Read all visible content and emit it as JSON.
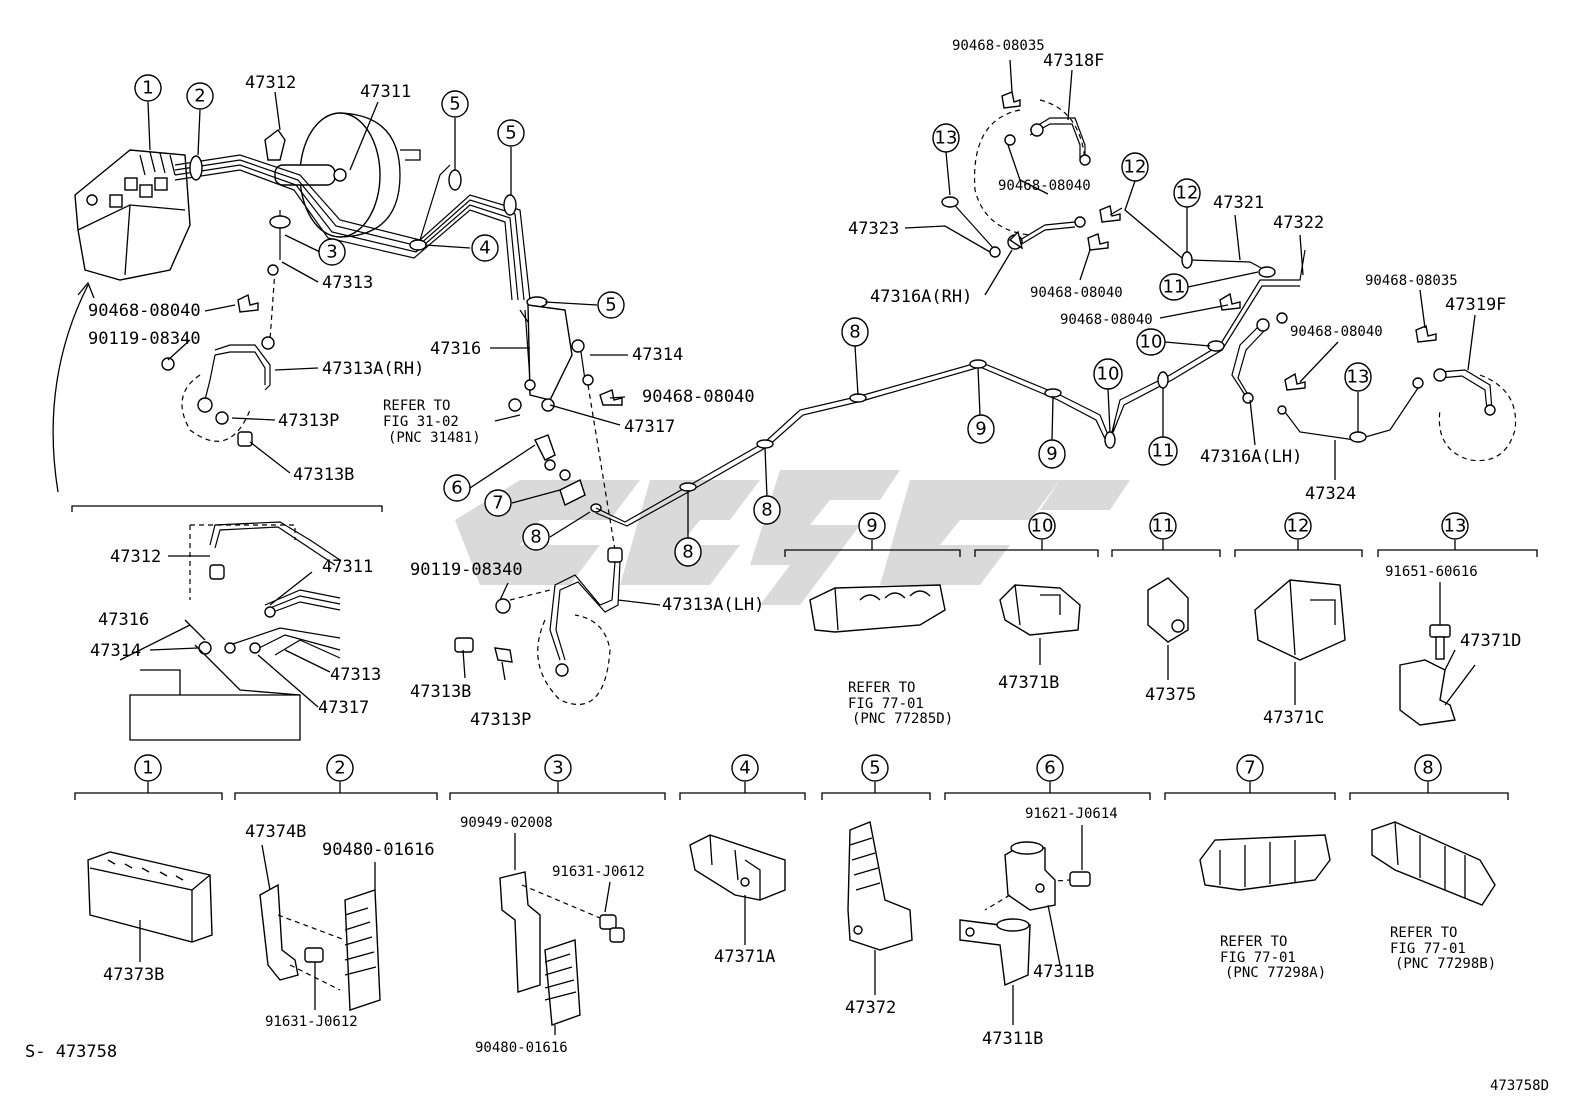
{
  "diagram": {
    "top_labels": {
      "p47312": "47312",
      "p47311": "47311",
      "p47313": "47313",
      "p90468_08040_a": "90468-08040",
      "p90119_08340_a": "90119-08340",
      "p47313A_RH": "47313A(RH)",
      "p47313P_a": "47313P",
      "p47313B_a": "47313B",
      "p47316": "47316",
      "p47314": "47314",
      "p90468_08040_b": "90468-08040",
      "refer_31_1": "REFER TO",
      "refer_31_2": "FIG 31-02",
      "refer_31_3": "(PNC 31481)",
      "p47317": "47317",
      "p90119_08340_b": "90119-08340",
      "p47313A_LH": "47313A(LH)",
      "p47313B_b": "47313B",
      "p47313P_b": "47313P",
      "p90468_08035_a": "90468-08035",
      "p47318F": "47318F",
      "p90468_08040_c": "90468-08040",
      "p47323": "47323",
      "p47316A_RH": "47316A(RH)",
      "p90468_08040_d": "90468-08040",
      "p90468_08040_e": "90468-08040",
      "p47321": "47321",
      "p47322": "47322",
      "p90468_08035_b": "90468-08035",
      "p47319F": "47319F",
      "p90468_08040_f": "90468-08040",
      "p47316A_LH": "47316A(LH)",
      "p47324": "47324"
    },
    "inset_labels": {
      "i47312": "47312",
      "i47311": "47311",
      "i47316": "47316",
      "i47314": "47314",
      "i47313": "47313",
      "i47317": "47317"
    },
    "callouts": [
      "1",
      "2",
      "3",
      "4",
      "5",
      "5",
      "5",
      "6",
      "7",
      "8",
      "8",
      "8",
      "8",
      "9",
      "9",
      "10",
      "10",
      "11",
      "11",
      "12",
      "12",
      "13",
      "13"
    ],
    "legend_mid": {
      "n9": "9",
      "n10": "10",
      "n11": "11",
      "n12": "12",
      "n13": "13",
      "refer_77_1": "REFER TO",
      "refer_77_2": "FIG 77-01",
      "refer_77_3": "(PNC 77285D)",
      "p47371B": "47371B",
      "p47375": "47375",
      "p47371C": "47371C",
      "p91651_60616": "91651-60616",
      "p47371D": "47371D"
    },
    "legend_bottom": {
      "n1": "1",
      "n2": "2",
      "n3": "3",
      "n4": "4",
      "n5": "5",
      "n6": "6",
      "n7": "7",
      "n8": "8",
      "p47373B": "47373B",
      "p47374B": "47374B",
      "p90480_01616_a": "90480-01616",
      "p91631_J0612_a": "91631-J0612",
      "p90949_02008": "90949-02008",
      "p91631_J0612_b": "91631-J0612",
      "p90480_01616_b": "90480-01616",
      "p47371A": "47371A",
      "p47372": "47372",
      "p91621_J0614": "91621-J0614",
      "p47311B_a": "47311B",
      "p47311B_b": "47311B",
      "refer_7a_1": "REFER TO",
      "refer_7a_2": "FIG 77-01",
      "refer_7a_3": "(PNC 77298A)",
      "refer_8_1": "REFER TO",
      "refer_8_2": "FIG 77-01",
      "refer_8_3": "(PNC 77298B)"
    },
    "footer_left": "S- 473758",
    "footer_right": "473758D"
  }
}
